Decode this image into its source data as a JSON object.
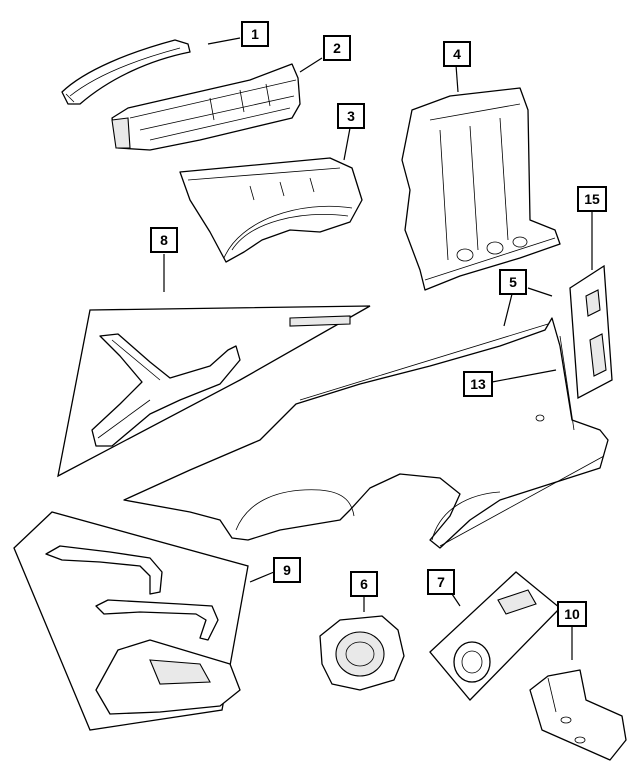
{
  "callouts": [
    {
      "id": "1",
      "label": "1"
    },
    {
      "id": "2",
      "label": "2"
    },
    {
      "id": "3",
      "label": "3"
    },
    {
      "id": "4",
      "label": "4"
    },
    {
      "id": "5",
      "label": "5"
    },
    {
      "id": "6",
      "label": "6"
    },
    {
      "id": "7",
      "label": "7"
    },
    {
      "id": "8",
      "label": "8"
    },
    {
      "id": "9",
      "label": "9"
    },
    {
      "id": "10",
      "label": "10"
    },
    {
      "id": "13",
      "label": "13"
    },
    {
      "id": "15",
      "label": "15"
    }
  ]
}
